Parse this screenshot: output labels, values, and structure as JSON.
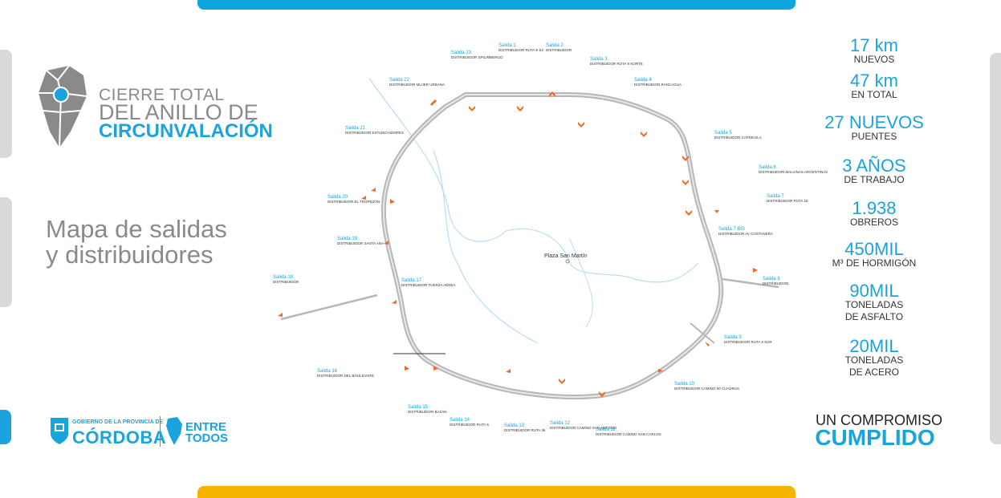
{
  "header": {
    "title_line1": "CIERRE TOTAL",
    "title_line2": "DEL ANILLO DE",
    "title_line3": "CIRCUNVALACIÓN"
  },
  "subtitle": "Mapa de salidas y distribuidores",
  "stats": [
    {
      "value": "17 km",
      "label": "NUEVOS"
    },
    {
      "value": "47 km",
      "label": "EN TOTAL"
    },
    {
      "value": "27 NUEVOS",
      "label": "PUENTES"
    },
    {
      "value": "3 AÑOS",
      "label": "DE TRABAJO"
    },
    {
      "value": "1.938",
      "label": "OBREROS"
    },
    {
      "value": "450MIL",
      "label": "M³ DE HORMIGÓN"
    },
    {
      "value": "90MIL",
      "label": "TONELADAS DE ASFALTO"
    },
    {
      "value": "20MIL",
      "label": "TONELADAS DE ACERO"
    }
  ],
  "promise": {
    "line1": "UN COMPROMISO",
    "line2": "CUMPLIDO"
  },
  "map": {
    "center_label": "Plaza San Martín",
    "exits": [
      {
        "label": "Salida 1",
        "sub": "DISTRIBUIDOR RUTA E-53"
      },
      {
        "label": "Salida 2",
        "sub": "DISTRIBUIDOR"
      },
      {
        "label": "Salida 3",
        "sub": "DISTRIBUIDOR RUTA 9 NORTE"
      },
      {
        "label": "Salida 4",
        "sub": "DISTRIBUIDOR RANCAGUA"
      },
      {
        "label": "Salida 5",
        "sub": "DISTRIBUIDOR CAPDEVILA"
      },
      {
        "label": "Salida 6",
        "sub": "DISTRIBUIDOR MALVINAS ARGENTINAS"
      },
      {
        "label": "Salida 7",
        "sub": "DISTRIBUIDOR RUTA 19"
      },
      {
        "label": "Salida 7 BIS",
        "sub": "DISTRIBUIDOR AV COSTANERA"
      },
      {
        "label": "Salida 8",
        "sub": "DISTRIBUIDOR"
      },
      {
        "label": "Salida 9",
        "sub": "DISTRIBUIDOR RUTA 9 SUR"
      },
      {
        "label": "Salida 10",
        "sub": "DISTRIBUIDOR CAMINO 60 CUADRAS"
      },
      {
        "label": "Salida 11",
        "sub": "DISTRIBUIDOR CAMINO SAN CARLOS"
      },
      {
        "label": "Salida 12",
        "sub": "DISTRIBUIDOR CAMINO SAN ANTONIO"
      },
      {
        "label": "Salida 13",
        "sub": "DISTRIBUIDOR RUTA 36"
      },
      {
        "label": "Salida 14",
        "sub": "DISTRIBUIDOR RUTA 5"
      },
      {
        "label": "Salida 15",
        "sub": "DISTRIBUIDOR BAZÁN"
      },
      {
        "label": "Salida 16",
        "sub": "DISTRIBUIDOR DEL BOULEVARD"
      },
      {
        "label": "Salida 17",
        "sub": "DISTRIBUIDOR FUERZA AÉREA"
      },
      {
        "label": "Salida 18",
        "sub": "DISTRIBUIDOR"
      },
      {
        "label": "Salida 19",
        "sub": "DISTRIBUIDOR SANTA ANA"
      },
      {
        "label": "Salida 20",
        "sub": "DISTRIBUIDOR EL TROPEZÓN"
      },
      {
        "label": "Salida 21",
        "sub": "DISTRIBUIDOR ESTADIO KEMPES"
      },
      {
        "label": "Salida 22",
        "sub": "DISTRIBUIDOR MUJER URBANA"
      },
      {
        "label": "Salida 23",
        "sub": "DISTRIBUIDOR SPILIMBERGO"
      }
    ]
  },
  "logos": {
    "gov_small": "GOBIERNO DE LA PROVINCIA DE",
    "gov_big": "CÓRDOBA",
    "entre1": "ENTRE",
    "entre2": "TODOS"
  },
  "colors": {
    "accent": "#1aa3dc",
    "yellow": "#f5b400",
    "grey": "#8a8a8a",
    "arrow": "#ef6c26"
  }
}
